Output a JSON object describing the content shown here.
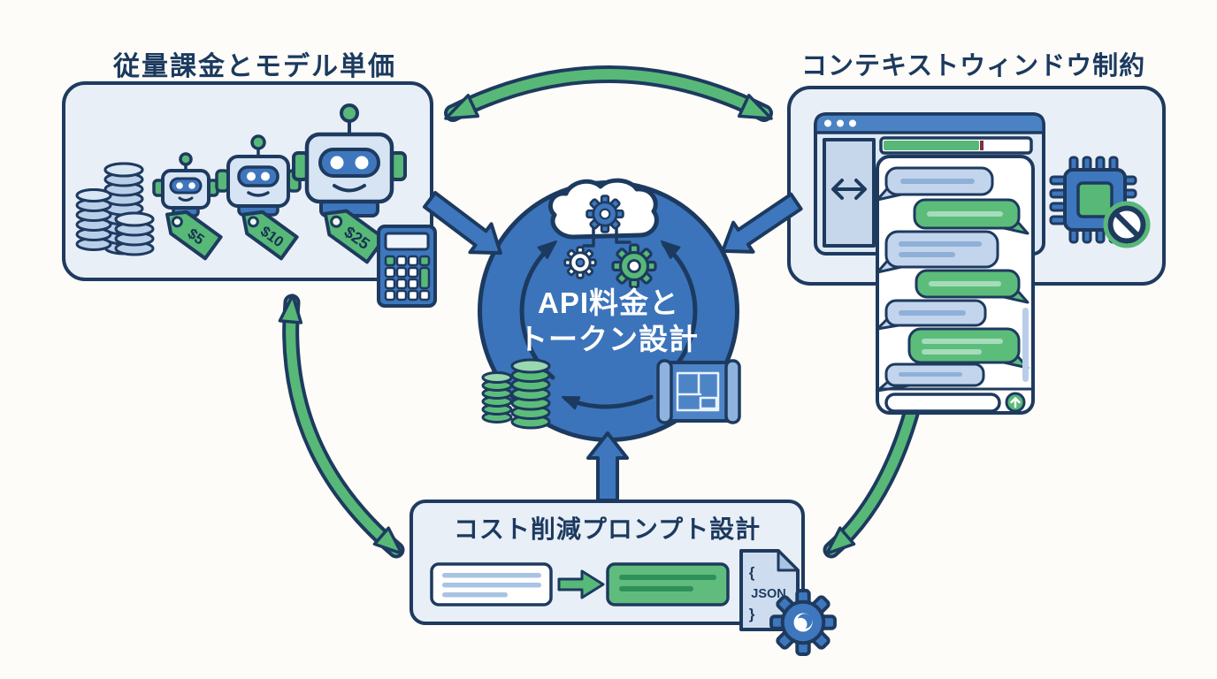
{
  "panels": {
    "pricing": {
      "title": "従量課金とモデル単価",
      "tags": [
        {
          "label": "$5"
        },
        {
          "label": "$10"
        },
        {
          "label": "$25"
        }
      ]
    },
    "context": {
      "title": "コンテキストウィンドウ制約"
    },
    "prompt": {
      "title": "コスト削減プロンプト設計",
      "json_file": {
        "brace_open": "{",
        "label": "JSON",
        "brace_close": "}"
      }
    }
  },
  "center": {
    "line1": "API料金と",
    "line2": "トークン設計"
  },
  "colors": {
    "outline_navy": "#1e3a5f",
    "panel_fill": "#e9eff7",
    "accent_green": "#57b878",
    "accent_blue": "#3e77bd",
    "circle_fill": "#3b74ba",
    "bubble_blue": "#c3d5ec",
    "bubble_green": "#5cbd7b",
    "progress_red": "#7e2f40",
    "background": "#fdfcf8"
  }
}
